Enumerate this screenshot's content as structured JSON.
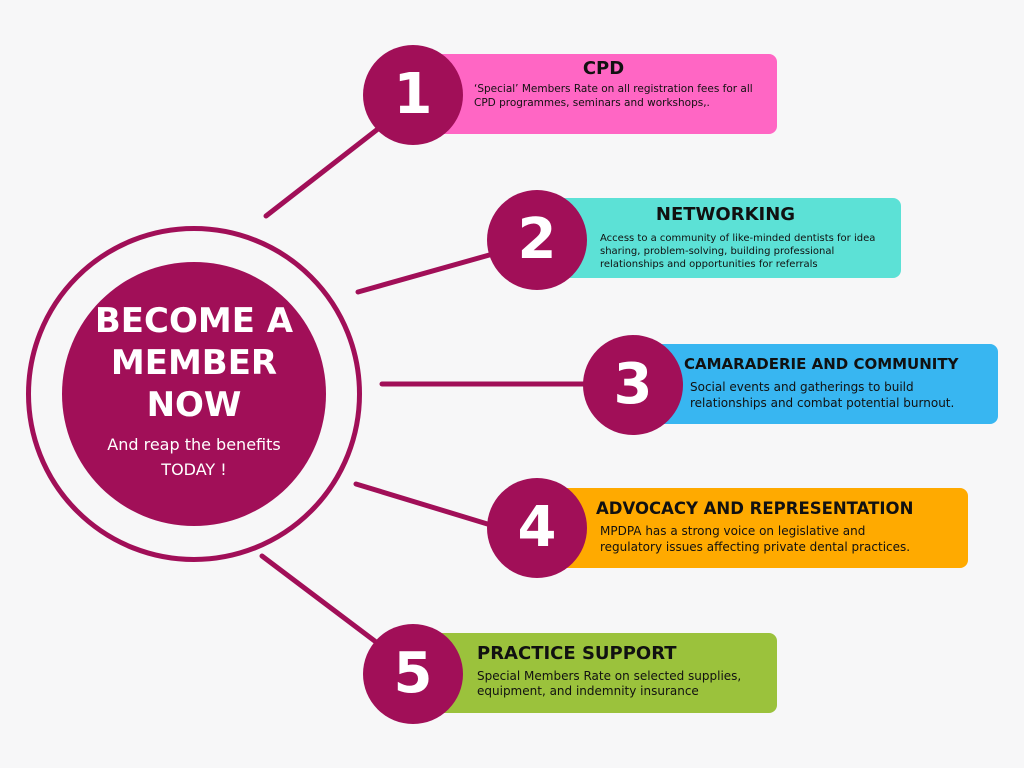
{
  "hub": {
    "title_lines": [
      "BECOME A",
      "MEMBER",
      "NOW"
    ],
    "subtitle_lines": [
      "And reap the benefits",
      "TODAY !"
    ]
  },
  "benefits": [
    {
      "number": "1",
      "title": "CPD",
      "description_lines": [
        "‘Special’ Members Rate on all registration fees for all",
        "CPD programmes, seminars and workshops,."
      ],
      "color": "#ff66c4"
    },
    {
      "number": "2",
      "title": "NETWORKING",
      "description_lines": [
        "Access to a community of like-minded dentists for idea",
        "sharing, problem-solving, building professional",
        "relationships and opportunities for referrals"
      ],
      "color": "#5ce1d6"
    },
    {
      "number": "3",
      "title": "CAMARADERIE AND COMMUNITY",
      "description_lines": [
        "Social events and gatherings to build",
        "relationships and combat potential burnout."
      ],
      "color": "#38b6f1"
    },
    {
      "number": "4",
      "title": "ADVOCACY AND REPRESENTATION",
      "description_lines": [
        "MPDPA has a strong voice on legislative and",
        "regulatory issues affecting private dental practices."
      ],
      "color": "#ffaa00"
    },
    {
      "number": "5",
      "title": "PRACTICE SUPPORT",
      "description_lines": [
        "Special Members Rate on selected supplies,",
        "equipment, and indemnity insurance"
      ],
      "color": "#9bc23c"
    }
  ],
  "colors": {
    "accent": "#a10f58",
    "background": "#f7f7f8"
  }
}
